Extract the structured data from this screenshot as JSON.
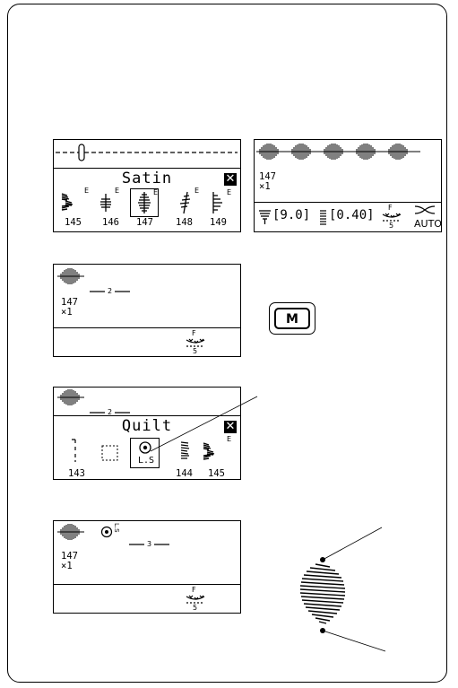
{
  "screen1": {
    "title": "Satin",
    "close_glyph": "✕",
    "patterns": [
      {
        "number": "145",
        "marker": "E"
      },
      {
        "number": "146",
        "marker": "E"
      },
      {
        "number": "147",
        "marker": "E",
        "selected": true
      },
      {
        "number": "148",
        "marker": "E"
      },
      {
        "number": "149",
        "marker": "E"
      }
    ]
  },
  "screen2": {
    "pattern_number": "147",
    "count": "×1",
    "width_value": "[9.0]",
    "density_value": "[0.40]",
    "foot_letter": "F",
    "foot_number": "5",
    "auto_label": "AUTO"
  },
  "screen3": {
    "step": "2",
    "pattern_number": "147",
    "count": "×1",
    "foot_letter": "F",
    "foot_number": "5"
  },
  "m_button": {
    "label": "M"
  },
  "screen4": {
    "step": "2",
    "title": "Quilt",
    "close_glyph": "✕",
    "ls_label": "L.S",
    "numbers": [
      "143",
      "144",
      "145"
    ],
    "marker": "E"
  },
  "screen5": {
    "step": "3",
    "ls_label": "L.S",
    "pattern_number": "147",
    "count": "×1",
    "foot_letter": "F",
    "foot_number": "5"
  }
}
